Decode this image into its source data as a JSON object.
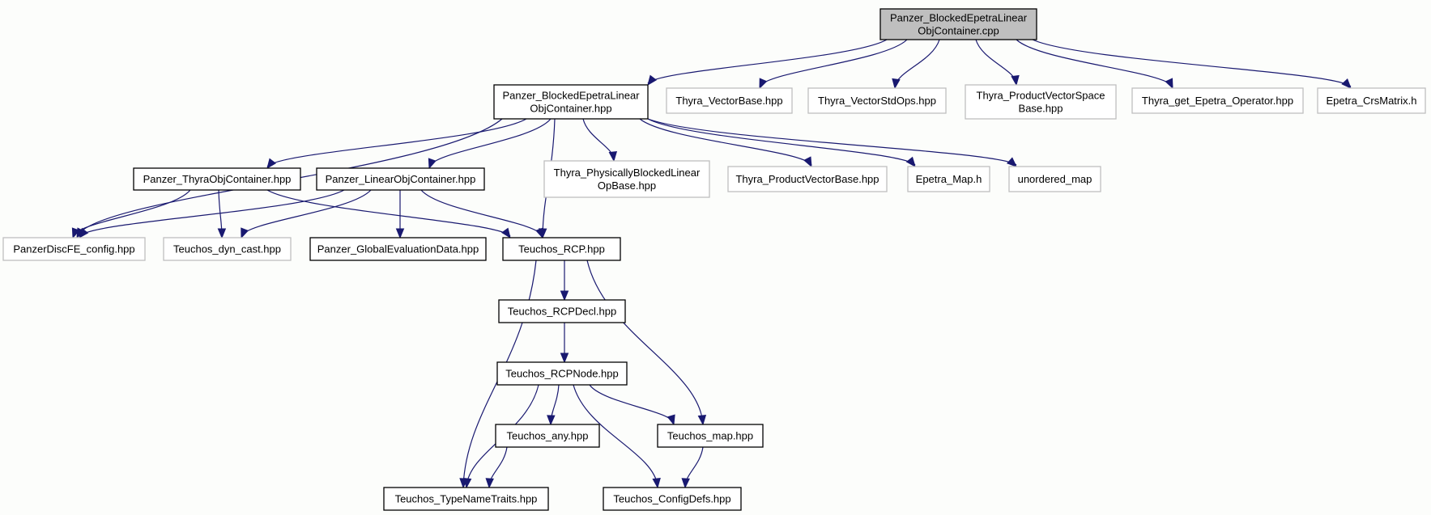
{
  "diagram": {
    "colors": {
      "edge": "#191970",
      "root_fill": "#bfbfbf",
      "documented_border": "#000000",
      "external_border": "#bfbfbf",
      "background": "#fcfdfb"
    },
    "nodes": [
      {
        "id": "root",
        "lines": [
          "Panzer_BlockedEpetraLinear",
          "ObjContainer.cpp"
        ],
        "kind": "root"
      },
      {
        "id": "hpp",
        "lines": [
          "Panzer_BlockedEpetraLinear",
          "ObjContainer.hpp"
        ],
        "kind": "documented"
      },
      {
        "id": "vbase",
        "lines": [
          "Thyra_VectorBase.hpp"
        ],
        "kind": "external"
      },
      {
        "id": "vstd",
        "lines": [
          "Thyra_VectorStdOps.hpp"
        ],
        "kind": "external"
      },
      {
        "id": "pvsb",
        "lines": [
          "Thyra_ProductVectorSpace",
          "Base.hpp"
        ],
        "kind": "external"
      },
      {
        "id": "getop",
        "lines": [
          "Thyra_get_Epetra_Operator.hpp"
        ],
        "kind": "external"
      },
      {
        "id": "crs",
        "lines": [
          "Epetra_CrsMatrix.h"
        ],
        "kind": "external"
      },
      {
        "id": "thyraobj",
        "lines": [
          "Panzer_ThyraObjContainer.hpp"
        ],
        "kind": "documented"
      },
      {
        "id": "linobj",
        "lines": [
          "Panzer_LinearObjContainer.hpp"
        ],
        "kind": "documented"
      },
      {
        "id": "pblock",
        "lines": [
          "Thyra_PhysicallyBlockedLinear",
          "OpBase.hpp"
        ],
        "kind": "external"
      },
      {
        "id": "pvb",
        "lines": [
          "Thyra_ProductVectorBase.hpp"
        ],
        "kind": "external"
      },
      {
        "id": "emap",
        "lines": [
          "Epetra_Map.h"
        ],
        "kind": "external"
      },
      {
        "id": "umap",
        "lines": [
          "unordered_map"
        ],
        "kind": "external"
      },
      {
        "id": "pdfe",
        "lines": [
          "PanzerDiscFE_config.hpp"
        ],
        "kind": "external"
      },
      {
        "id": "dyncast",
        "lines": [
          "Teuchos_dyn_cast.hpp"
        ],
        "kind": "external"
      },
      {
        "id": "geval",
        "lines": [
          "Panzer_GlobalEvaluationData.hpp"
        ],
        "kind": "documented"
      },
      {
        "id": "rcp",
        "lines": [
          "Teuchos_RCP.hpp"
        ],
        "kind": "documented"
      },
      {
        "id": "rcpdecl",
        "lines": [
          "Teuchos_RCPDecl.hpp"
        ],
        "kind": "documented"
      },
      {
        "id": "rcpnode",
        "lines": [
          "Teuchos_RCPNode.hpp"
        ],
        "kind": "documented"
      },
      {
        "id": "any",
        "lines": [
          "Teuchos_any.hpp"
        ],
        "kind": "documented"
      },
      {
        "id": "tmap",
        "lines": [
          "Teuchos_map.hpp"
        ],
        "kind": "documented"
      },
      {
        "id": "tnt",
        "lines": [
          "Teuchos_TypeNameTraits.hpp"
        ],
        "kind": "documented"
      },
      {
        "id": "cfg",
        "lines": [
          "Teuchos_ConfigDefs.hpp"
        ],
        "kind": "documented"
      }
    ],
    "edges": [
      [
        "root",
        "hpp"
      ],
      [
        "root",
        "vbase"
      ],
      [
        "root",
        "vstd"
      ],
      [
        "root",
        "pvsb"
      ],
      [
        "root",
        "getop"
      ],
      [
        "root",
        "crs"
      ],
      [
        "hpp",
        "pdfe"
      ],
      [
        "hpp",
        "thyraobj"
      ],
      [
        "hpp",
        "linobj"
      ],
      [
        "hpp",
        "rcp"
      ],
      [
        "hpp",
        "pblock"
      ],
      [
        "hpp",
        "pvb"
      ],
      [
        "hpp",
        "emap"
      ],
      [
        "hpp",
        "umap"
      ],
      [
        "thyraobj",
        "pdfe"
      ],
      [
        "thyraobj",
        "dyncast"
      ],
      [
        "thyraobj",
        "rcp"
      ],
      [
        "linobj",
        "pdfe"
      ],
      [
        "linobj",
        "dyncast"
      ],
      [
        "linobj",
        "geval"
      ],
      [
        "linobj",
        "rcp"
      ],
      [
        "rcp",
        "rcpdecl"
      ],
      [
        "rcp",
        "tnt"
      ],
      [
        "rcp",
        "tmap"
      ],
      [
        "rcpdecl",
        "rcpnode"
      ],
      [
        "rcpnode",
        "any"
      ],
      [
        "rcpnode",
        "tmap"
      ],
      [
        "rcpnode",
        "tnt"
      ],
      [
        "rcpnode",
        "cfg"
      ],
      [
        "any",
        "tnt"
      ],
      [
        "tmap",
        "cfg"
      ]
    ]
  }
}
